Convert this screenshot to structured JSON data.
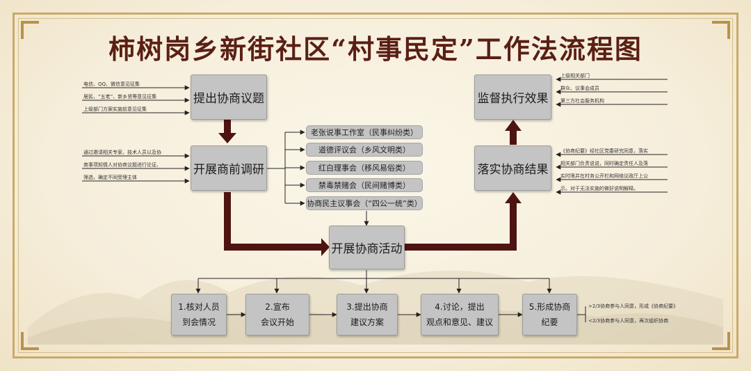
{
  "title": "柿树岗乡新街社区“村事民定”工作法流程图",
  "nodes": {
    "raise": "提出协商议题",
    "research": "开展商前调研",
    "activity": "开展协商活动",
    "implement": "落实协商结果",
    "supervise": "监督执行效果"
  },
  "input_notes": [
    "电信、QQ、微信意见征集",
    "居民、“五老”、新乡贤等意见征集",
    "上级部门方案实施前意见征集"
  ],
  "research_note": [
    "通过邀请相关专家、技术人员以及协",
    "商事项知情人对协商议题进行论证、",
    "筛选，确定不同受理主体"
  ],
  "councils": [
    "老张说事工作室（民事纠纷类）",
    "道德评议会（乡风文明类）",
    "红白理事会（移风易俗类）",
    "禁毒禁赌会（民间赌博类）",
    "协商民主议事会（“四公一统”类）"
  ],
  "supervise_notes": [
    "上级相关部门",
    "群众、议事会成员",
    "第三方社会服务机构"
  ],
  "implement_note": [
    "《协商纪要》经社区党委研究同意，落实",
    "相关部门负责说说，同时确定责任人及落",
    "实时限并在村务公开栏和网络议政厅上公",
    "示。对于无法实施的做好说明解释。"
  ],
  "steps": [
    {
      "line1": "1.核对人员",
      "line2": "到会情况"
    },
    {
      "line1": "2.宣布",
      "line2": "会议开始"
    },
    {
      "line1": "3.提出协商",
      "line2": "建议方案"
    },
    {
      "line1": "4.讨论，提出",
      "line2": "观点和意见、建议"
    },
    {
      "line1": "5.形成协商",
      "line2": "纪要"
    }
  ],
  "outcome_notes": [
    ">2/3协商参与人同意，形成《协商纪要》",
    "<2/3协商参与人同意，再次组织协商"
  ],
  "colors": {
    "title": "#5a1f14",
    "arrow": "#4e1410",
    "box": "#c4c4c4",
    "frame": "#c9a96c"
  }
}
